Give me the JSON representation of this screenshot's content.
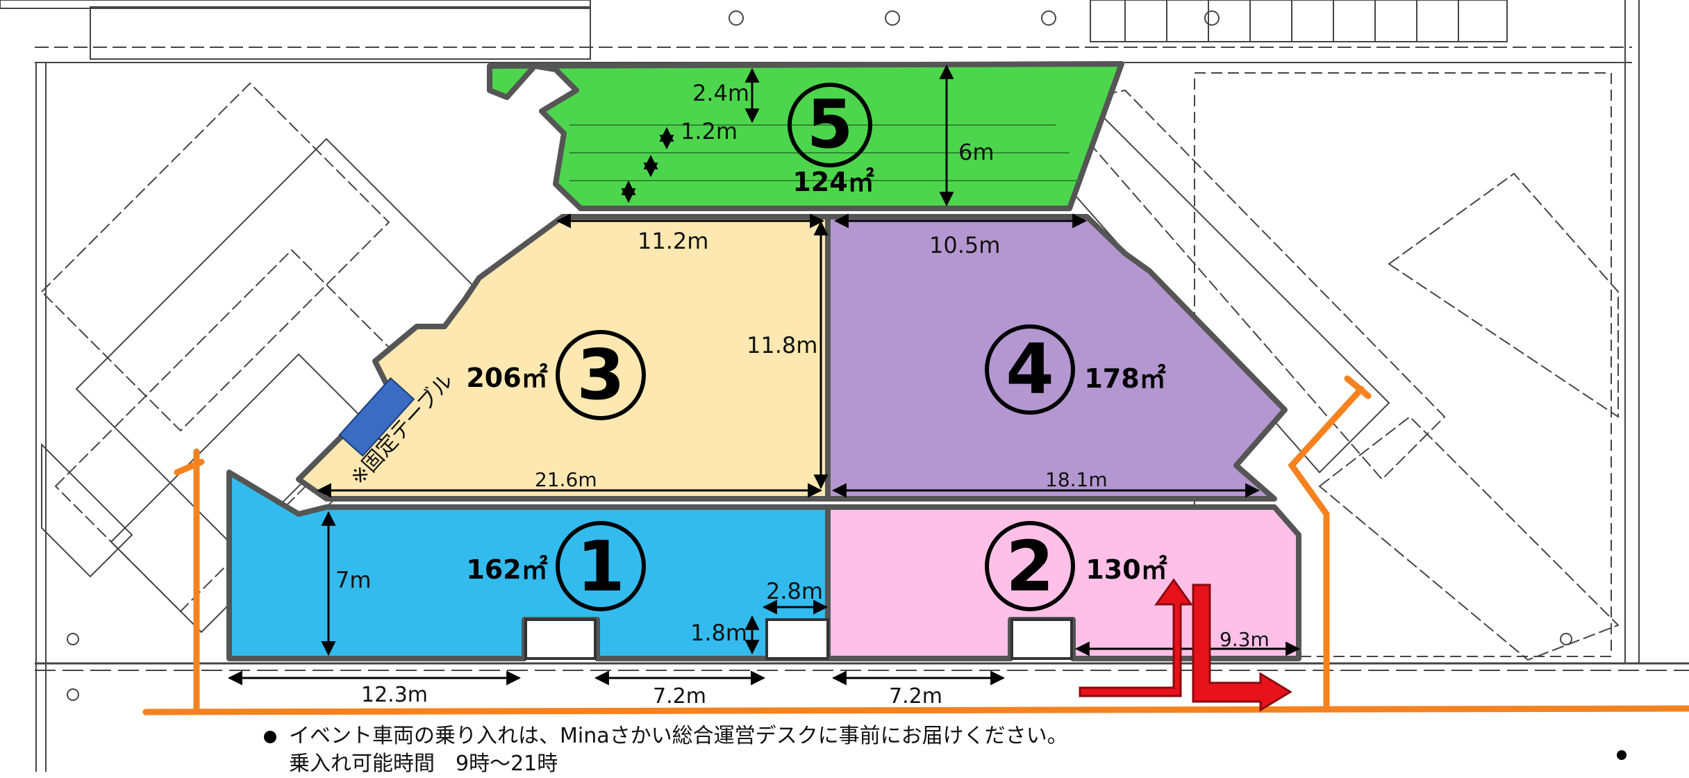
{
  "zones": [
    {
      "id": "zone-1",
      "number": "1",
      "area": "162㎡",
      "color": "#33bbee"
    },
    {
      "id": "zone-2",
      "number": "2",
      "area": "130㎡",
      "color": "#ffc0e8"
    },
    {
      "id": "zone-3",
      "number": "3",
      "area": "206㎡",
      "color": "#fce8b0"
    },
    {
      "id": "zone-4",
      "number": "4",
      "area": "178㎡",
      "color": "#b497d0"
    },
    {
      "id": "zone-5",
      "number": "5",
      "area": "124㎡",
      "color": "#4dd64d"
    }
  ],
  "dimensions": {
    "d_2_4m": "2.4m",
    "d_1_2m": "1.2m",
    "d_6m": "6m",
    "d_11_2m": "11.2m",
    "d_10_5m": "10.5m",
    "d_11_8m": "11.8m",
    "d_21_6m": "21.6m",
    "d_18_1m": "18.1m",
    "d_7m": "7m",
    "d_2_8m": "2.8m",
    "d_1_8m": "1.8m",
    "d_9_3m": "9.3m",
    "d_12_3m": "12.3m",
    "d_7_2m_a": "7.2m",
    "d_7_2m_b": "7.2m"
  },
  "fixed_table_label": "※固定テーブル",
  "notes": {
    "line1": "イベント車両の乗り入れは、Minaさかい総合運営デスクに事前にお届けください。",
    "line2": "乗入れ可能時間　9時～21時"
  },
  "colors": {
    "road": "#f58220",
    "arrow": "#e8121a",
    "table": "#3b6cc4",
    "outline": "#555555"
  }
}
